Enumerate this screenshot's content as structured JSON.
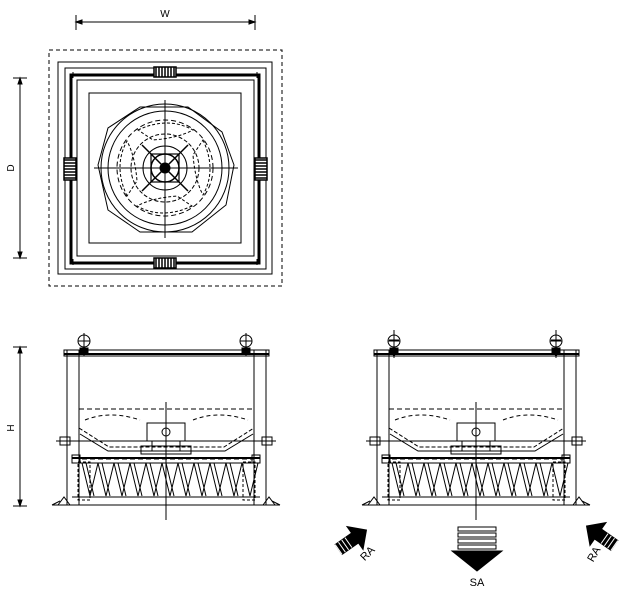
{
  "labels": {
    "width": "W",
    "depth": "D",
    "height": "H",
    "return_air": "RA",
    "supply_air": "SA"
  },
  "colors": {
    "line": "#000000",
    "background": "#ffffff"
  }
}
